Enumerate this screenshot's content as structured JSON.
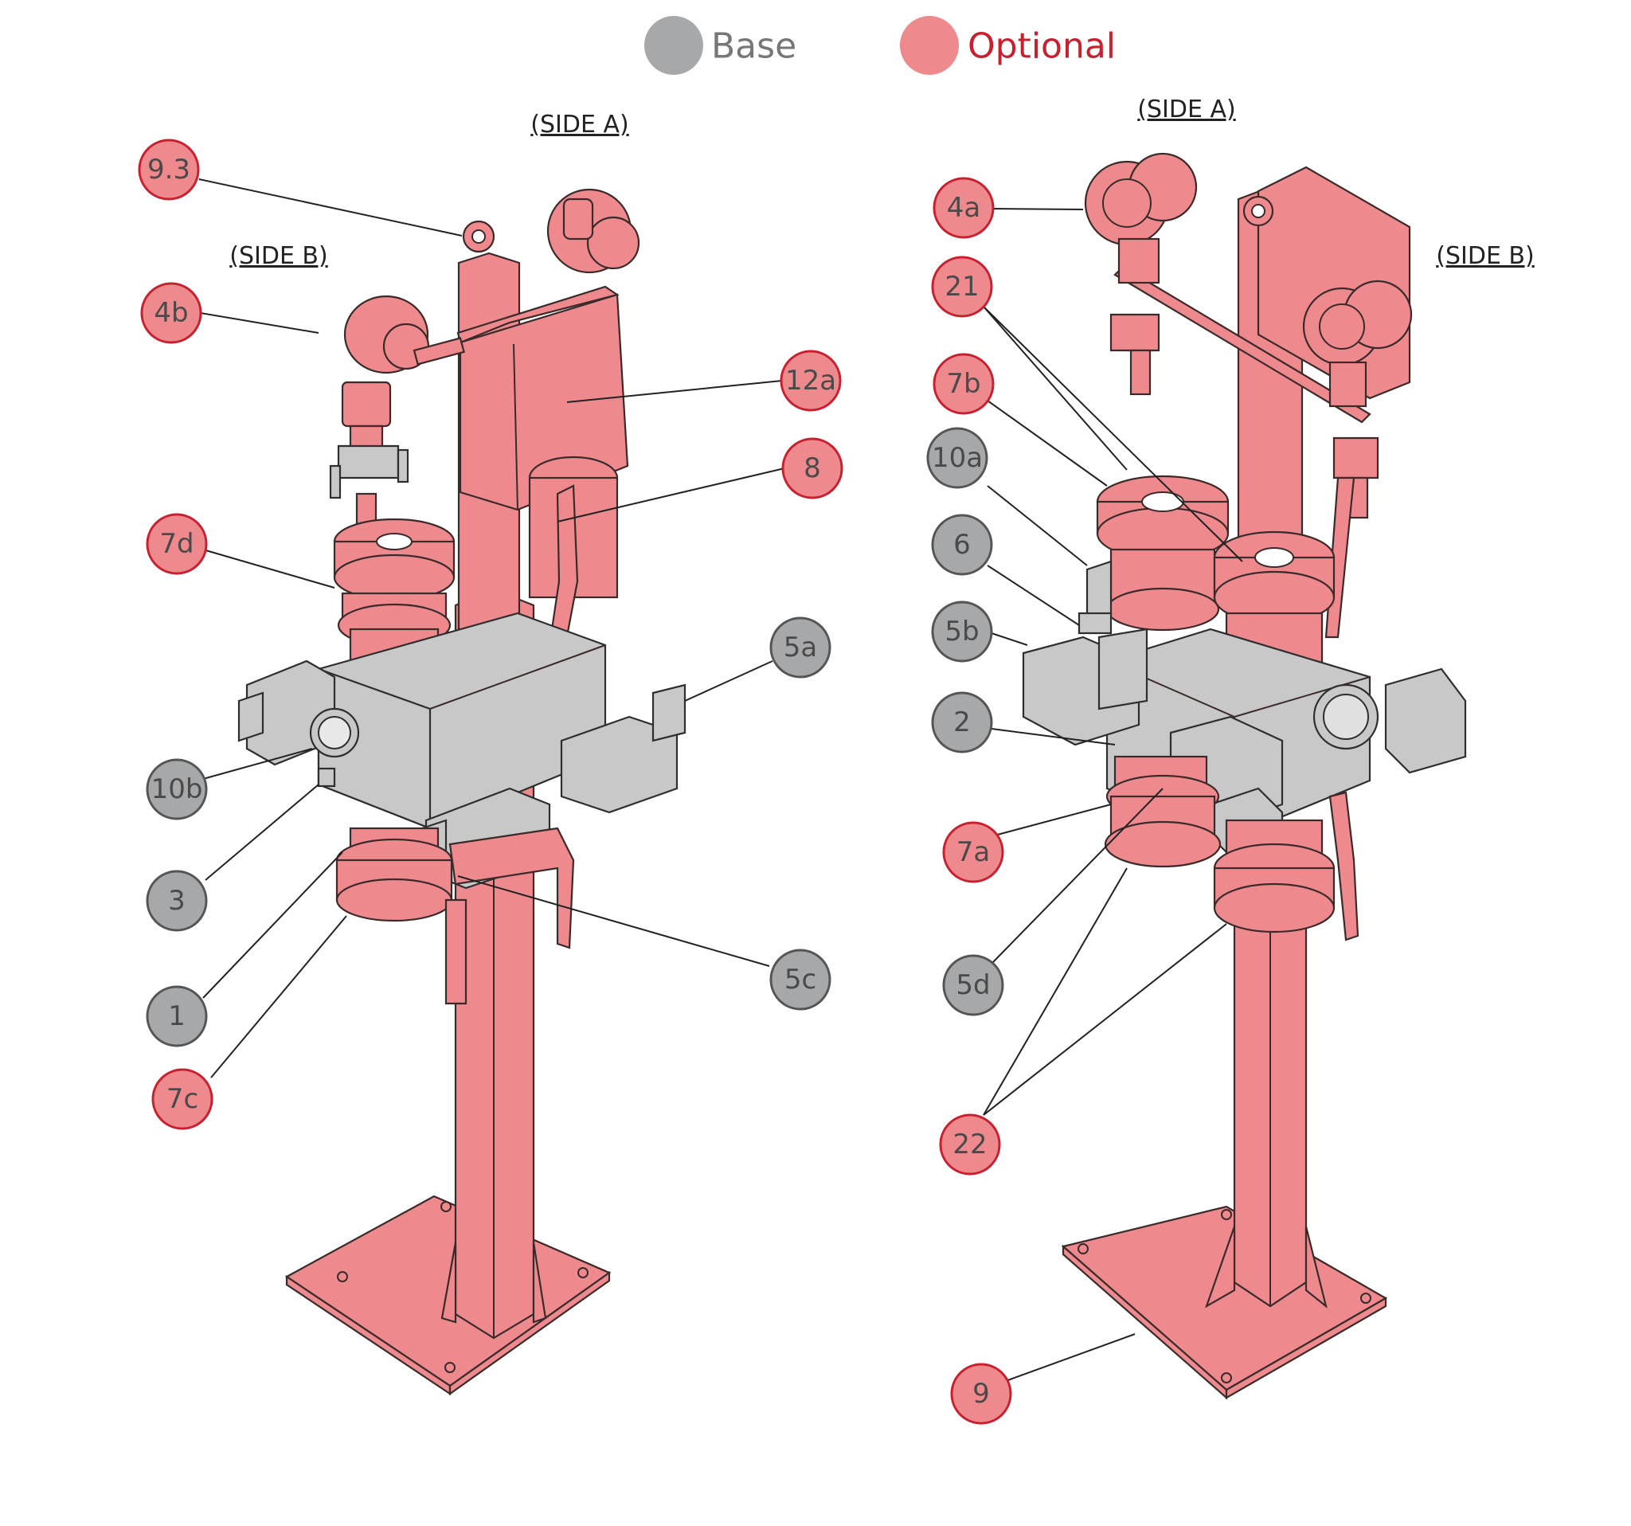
{
  "legend": {
    "base_label": "Base",
    "optional_label": "Optional",
    "base_color": "#a7a8aa",
    "optional_color": "#ee8a8e",
    "optional_text_color": "#c8202f"
  },
  "left_view": {
    "side_a_label": "(SIDE A)",
    "side_b_label": "(SIDE B)",
    "callouts": {
      "c_9_3": "9.3",
      "c_4b": "4b",
      "c_12a": "12a",
      "c_8": "8",
      "c_7d": "7d",
      "c_5a": "5a",
      "c_10b": "10b",
      "c_3": "3",
      "c_1": "1",
      "c_7c": "7c",
      "c_5c": "5c"
    }
  },
  "right_view": {
    "side_a_label": "(SIDE A)",
    "side_b_label": "(SIDE B)",
    "callouts": {
      "c_4a": "4a",
      "c_21": "21",
      "c_7b": "7b",
      "c_10a": "10a",
      "c_6": "6",
      "c_5b": "5b",
      "c_2": "2",
      "c_7a": "7a",
      "c_5d": "5d",
      "c_22": "22",
      "c_9": "9"
    }
  }
}
